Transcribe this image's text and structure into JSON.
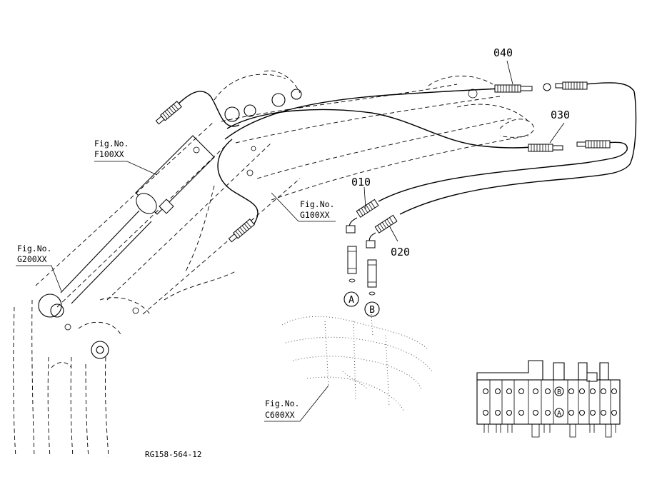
{
  "parts": {
    "p040": "040",
    "p030": "030",
    "p010": "010",
    "p020": "020"
  },
  "figrefs": {
    "f100": {
      "line1": "Fig.No.",
      "line2": "F100XX"
    },
    "g100": {
      "line1": "Fig.No.",
      "line2": "G100XX"
    },
    "g200": {
      "line1": "Fig.No.",
      "line2": "G200XX"
    },
    "c600": {
      "line1": "Fig.No.",
      "line2": "C600XX"
    }
  },
  "markers": {
    "a": "A",
    "b": "B"
  },
  "drawing_code": "RG158-564-12"
}
